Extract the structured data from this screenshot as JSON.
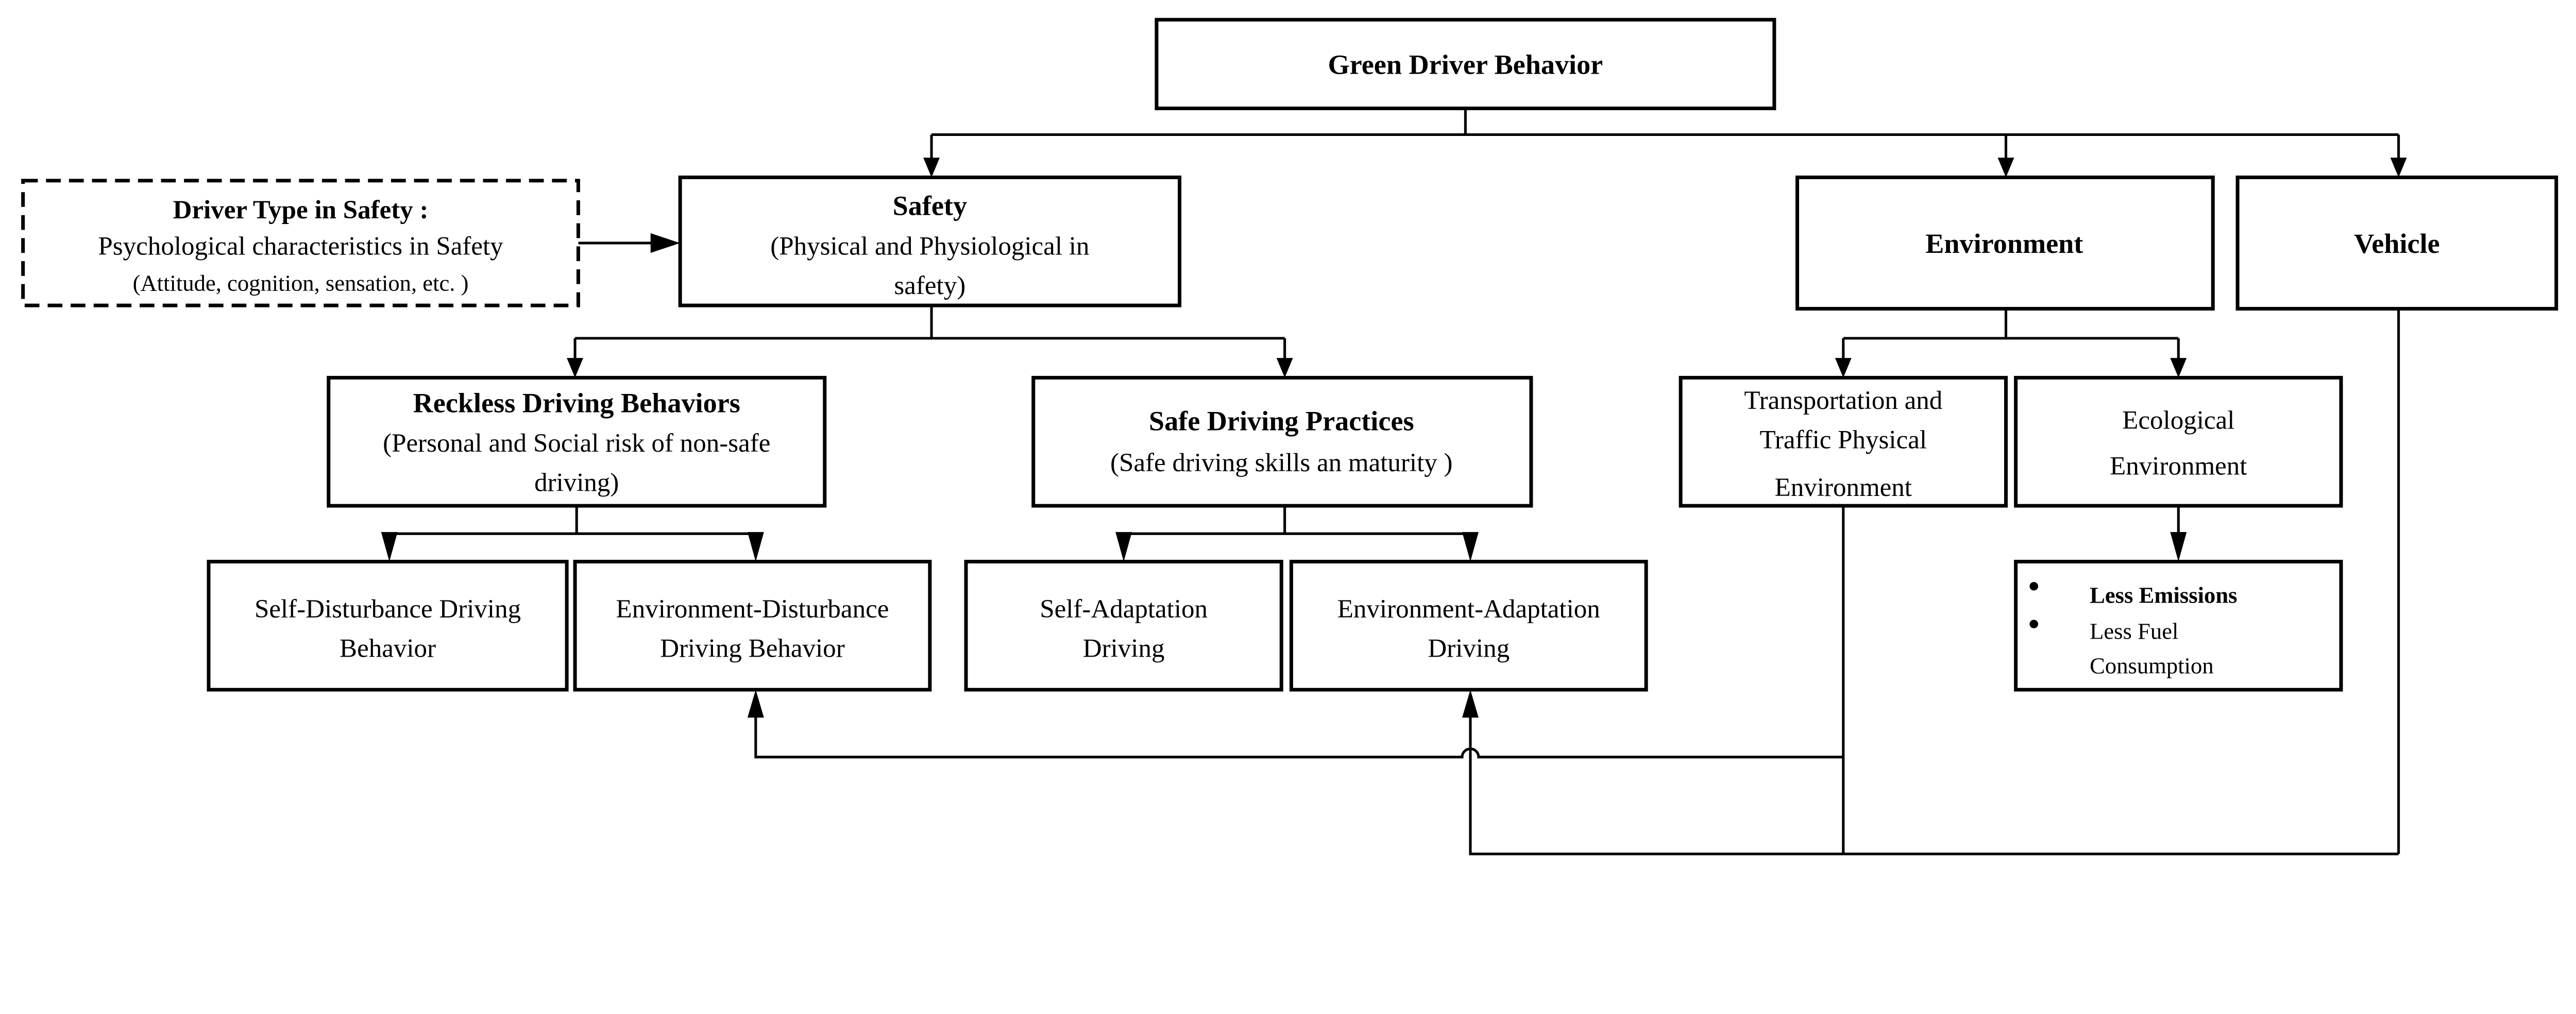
{
  "nodes": {
    "root": {
      "title": "Green Driver Behavior"
    },
    "driver_type": {
      "title": "Driver Type in Safety :",
      "line1": "Psychological characteristics in Safety",
      "line2": "(Attitude, cognition, sensation, etc. )"
    },
    "safety": {
      "title": "Safety",
      "line1": "(Physical and Physiological in",
      "line2": "safety)"
    },
    "environment": {
      "title": "Environment"
    },
    "vehicle": {
      "title": "Vehicle"
    },
    "reckless": {
      "title": "Reckless Driving Behaviors",
      "line1": "(Personal and Social risk of non-safe",
      "line2": "driving)"
    },
    "safe_practices": {
      "title": "Safe Driving Practices",
      "line1": "(Safe driving skills an maturity )"
    },
    "transportation": {
      "line1": "Transportation and",
      "line2": "Traffic Physical",
      "line3": "Environment"
    },
    "ecological": {
      "line1": "Ecological",
      "line2": "Environment"
    },
    "self_disturbance": {
      "line1": "Self-Disturbance Driving",
      "line2": "Behavior"
    },
    "env_disturbance": {
      "line1": "Environment-Disturbance",
      "line2": "Driving Behavior"
    },
    "self_adaptation": {
      "line1": "Self-Adaptation",
      "line2": "Driving"
    },
    "env_adaptation": {
      "line1": "Environment-Adaptation",
      "line2": "Driving"
    },
    "emissions": {
      "item1": "Less Emissions",
      "item2a": "Less Fuel",
      "item2b": "Consumption"
    }
  }
}
